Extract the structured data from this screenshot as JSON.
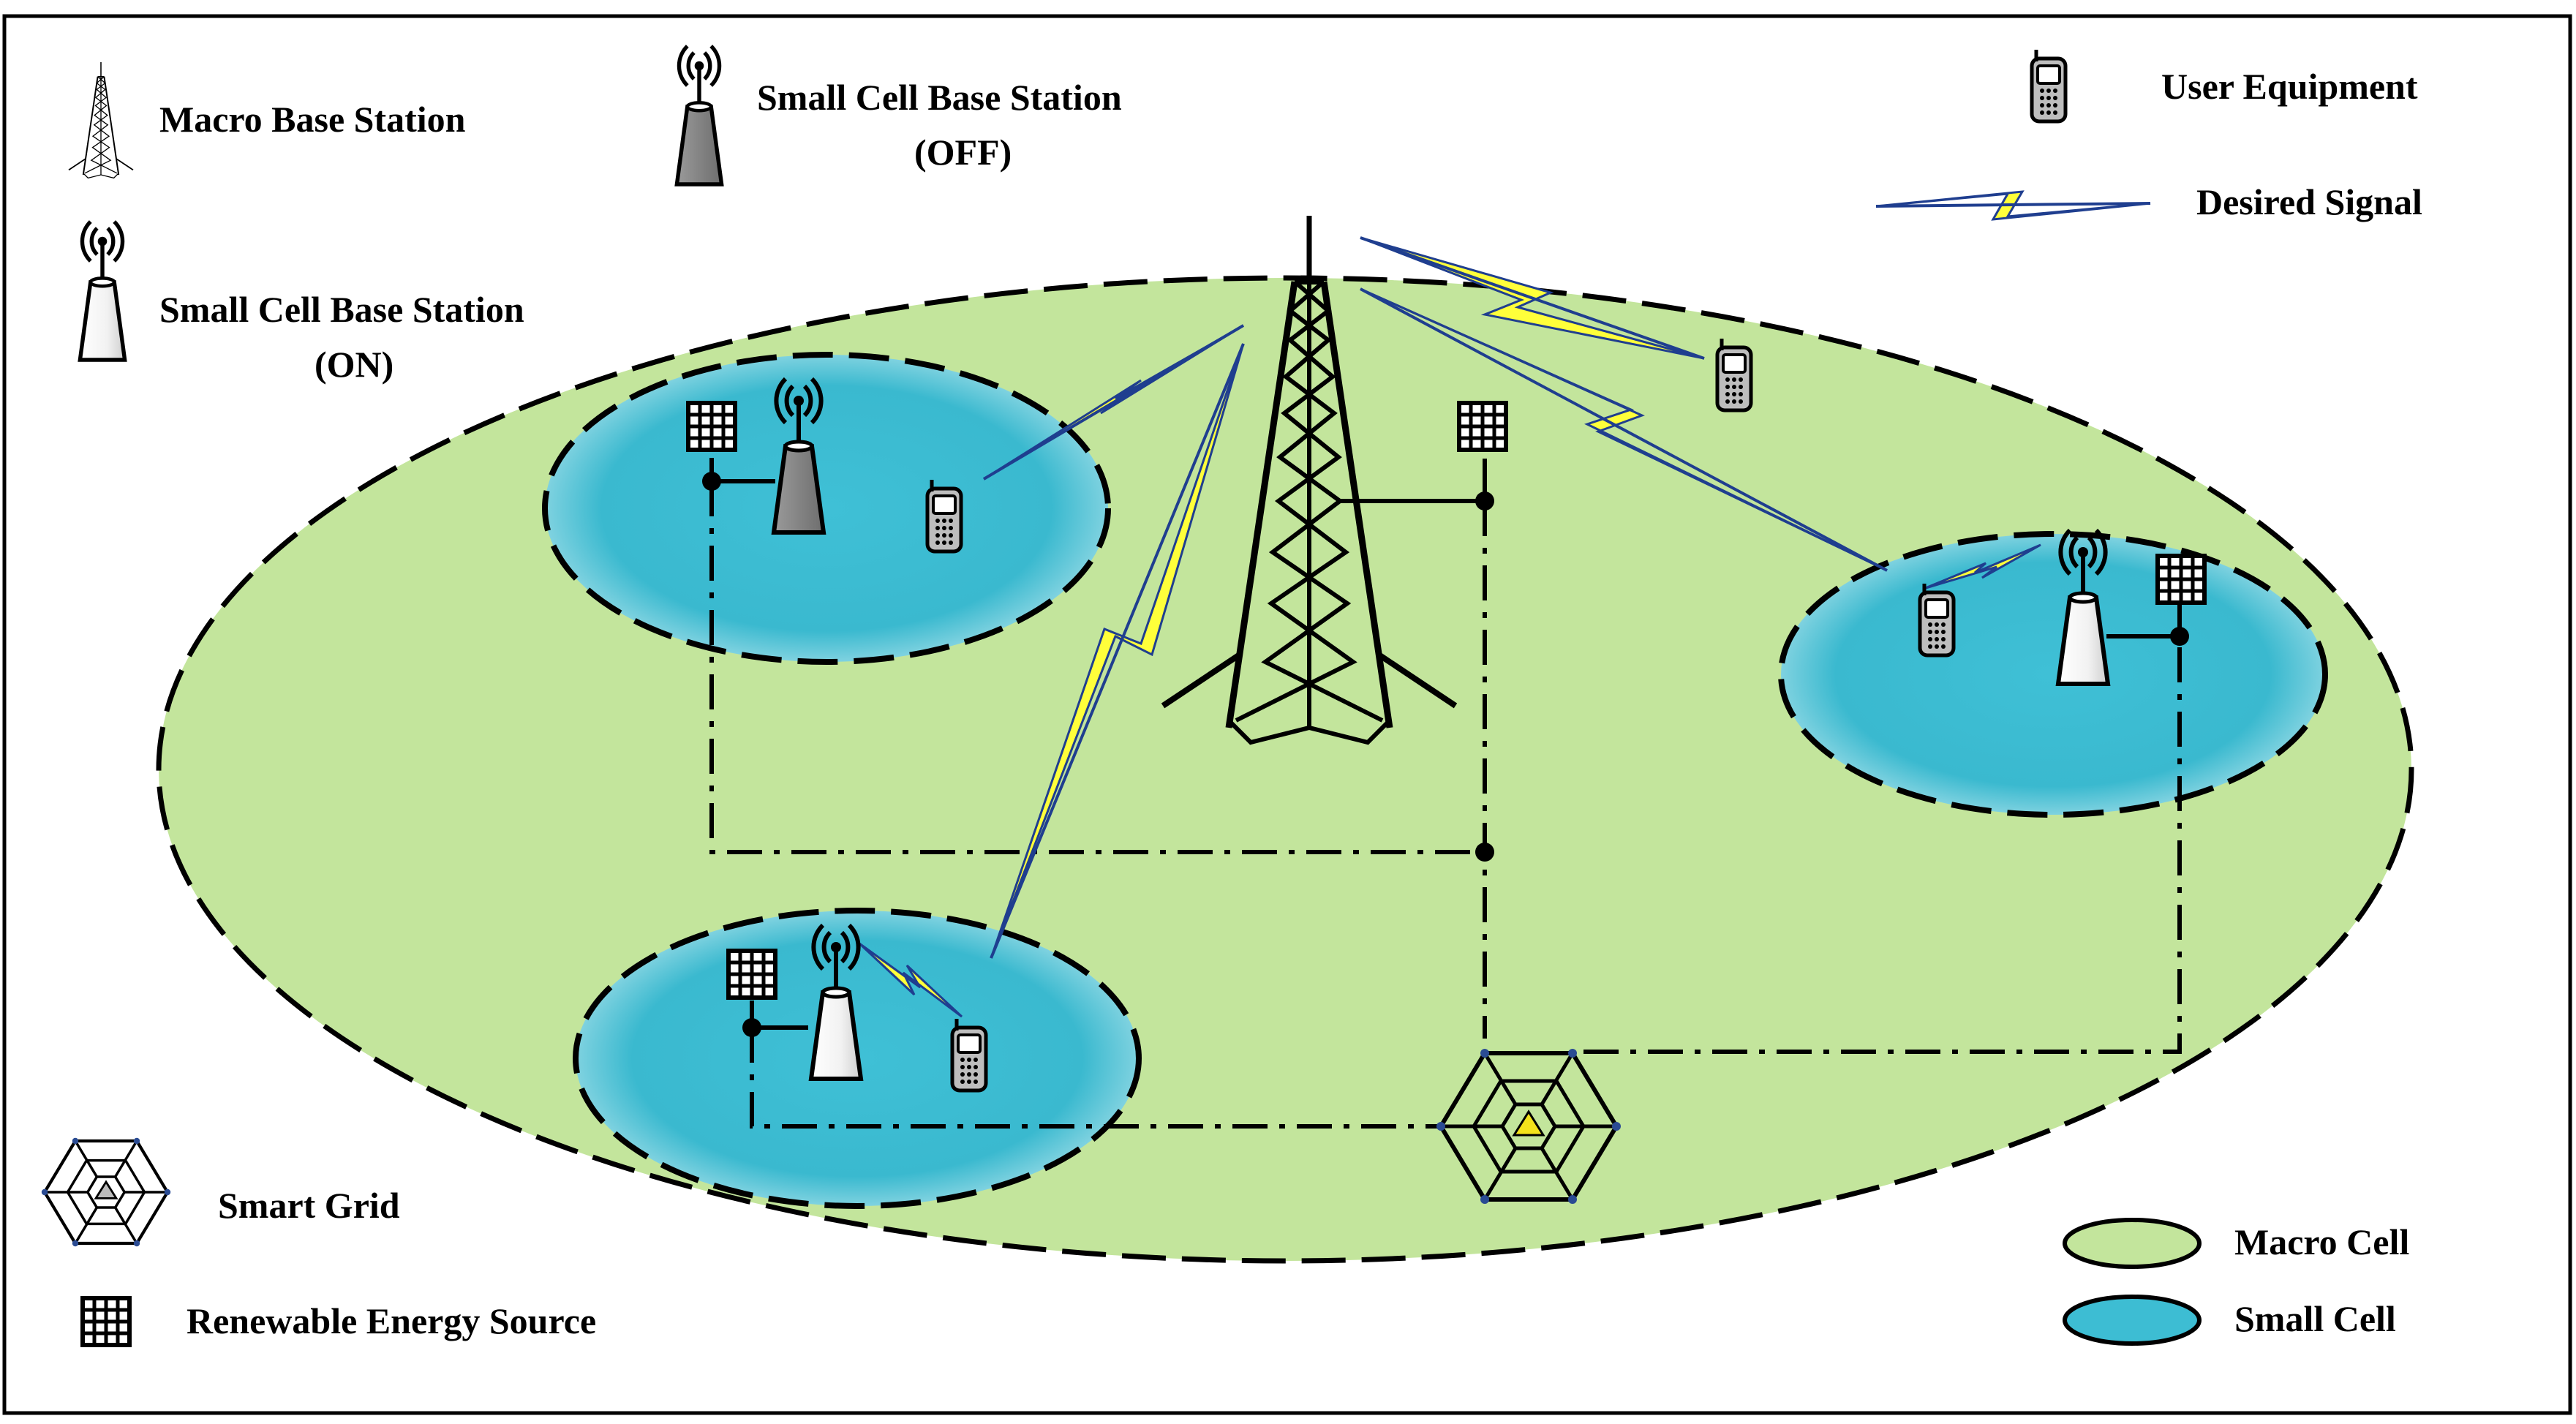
{
  "legend": {
    "macro_bs": "Macro Base Station",
    "small_off_line1": "Small Cell Base Station",
    "small_off_line2": "(OFF)",
    "small_on_line1": "Small Cell Base Station",
    "small_on_line2": "(ON)",
    "user_equipment": "User Equipment",
    "desired_signal": "Desired Signal",
    "smart_grid": "Smart Grid",
    "renewable": "Renewable Energy Source",
    "macro_cell": "Macro Cell",
    "small_cell": "Small Cell"
  },
  "colors": {
    "macro_cell_fill": "#c3e59c",
    "small_cell_fill": "#3dbdd3",
    "signal_fill": "#ffff3a",
    "signal_stroke": "#1f3e8f",
    "bs_off_fill": "#8c8c8c",
    "bs_on_fill": "#ffffff",
    "grid_triangle": "#f3e21b"
  },
  "icons": {
    "macro_bs": "tower-icon",
    "small_bs": "small-cell-tower-icon",
    "ue": "mobile-phone-icon",
    "signal": "lightning-icon",
    "grid": "hexagon-grid-icon",
    "renewable": "solar-panel-icon"
  }
}
